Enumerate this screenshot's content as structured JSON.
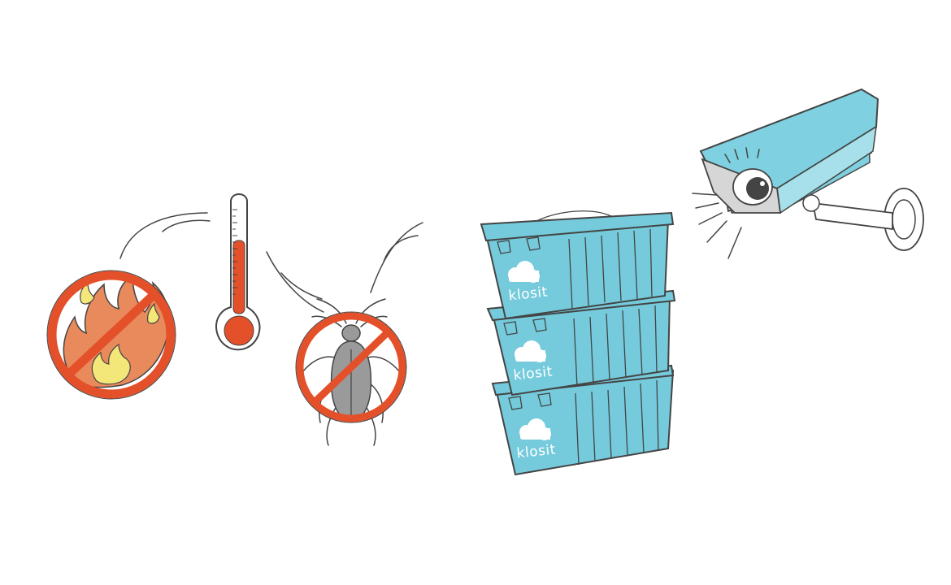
{
  "brand": {
    "box_label_1": "klosit",
    "box_label_2": "klosit",
    "box_label_3": "klosit"
  },
  "colors": {
    "box_blue": "#75cbdc",
    "no_sign_red": "#e4502a",
    "thermo_red": "#e4502a",
    "flame_orange": "#e88a5c",
    "flame_yellow": "#f4e77a",
    "roach_gray": "#9a9a9a",
    "camera_blue": "#7fd0e0",
    "camera_gray": "#d6d6d6",
    "outline": "#444444"
  },
  "icons": [
    "no-fire-icon",
    "thermometer-icon",
    "no-cockroach-icon",
    "storage-boxes-icon",
    "security-camera-icon"
  ]
}
